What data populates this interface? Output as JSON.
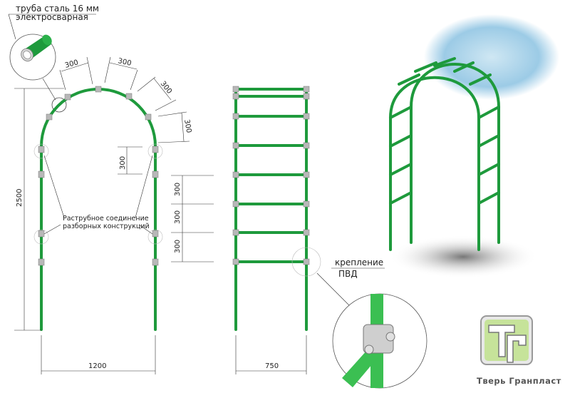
{
  "labels": {
    "pipe_title": "труба сталь 16 мм",
    "pipe_subtitle": "электросварная",
    "joint_note_line1": "Раструбное соединение",
    "joint_note_line2": "разборных конструкций",
    "mount_title": "крепление",
    "mount_subtitle": "ПВД"
  },
  "dimensions": {
    "arc_spacing": [
      "300",
      "300",
      "300",
      "300"
    ],
    "side_spacing": "300",
    "height": "2500",
    "width_arch": "1200",
    "ladder_spacing": [
      "300",
      "300",
      "300"
    ],
    "width_ladder": "750"
  },
  "brand": {
    "name": "Тверь Гранпласт",
    "logo_letters": "ТГ",
    "logo_color": "#c6e39a",
    "tube_color": "#1e9a3c"
  }
}
